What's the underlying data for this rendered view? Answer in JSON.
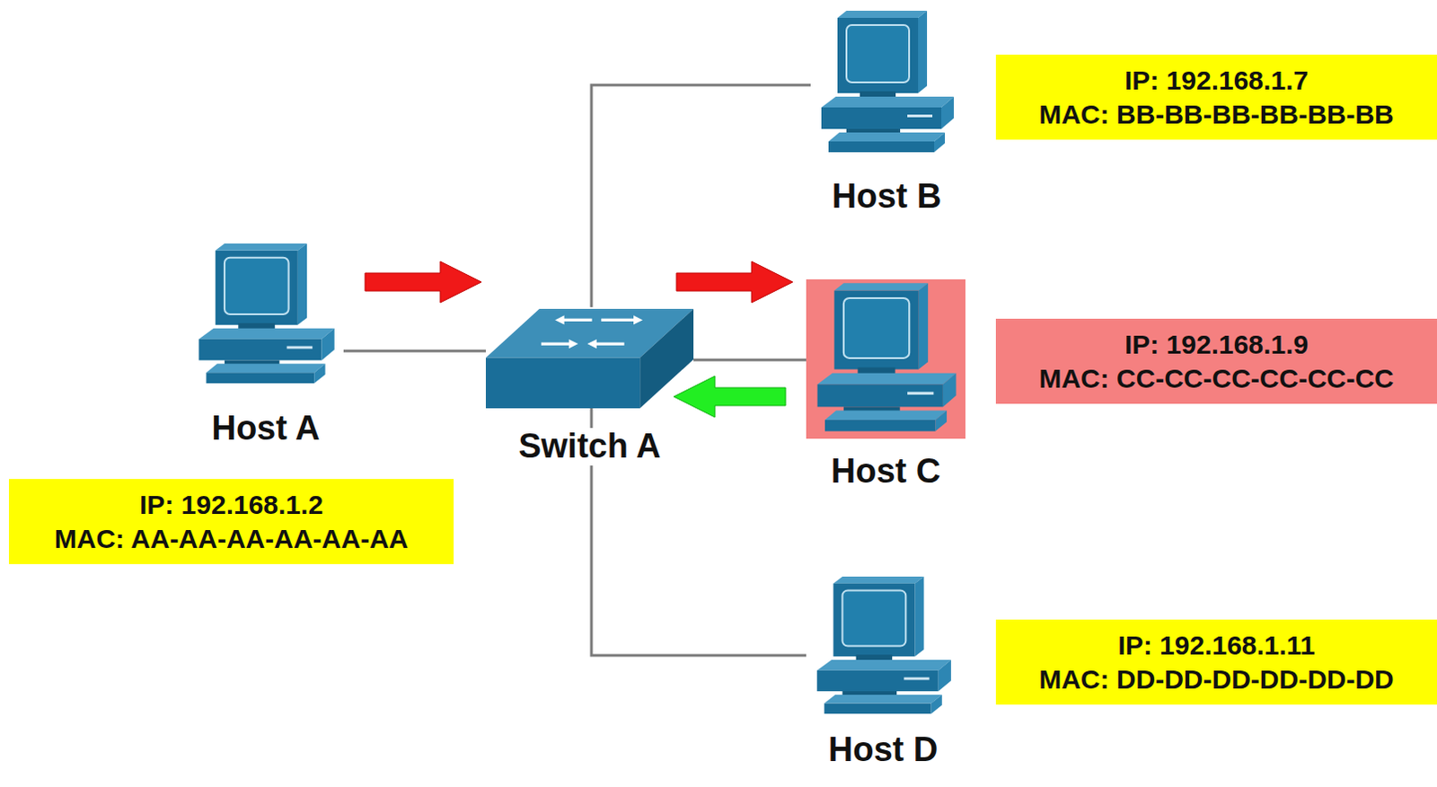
{
  "diagram": {
    "nodes": [
      {
        "text": [
          "Host A"
        ]
      },
      {
        "text": [
          "Switch A"
        ]
      },
      {
        "text": [
          "Host B"
        ]
      },
      {
        "text": [
          "Host C"
        ]
      },
      {
        "text": [
          "Host D"
        ]
      },
      {
        "text": [
          "IP: 192.168.1.2",
          "MAC: AA-AA-AA-AA-AA-AA"
        ]
      },
      {
        "text": [
          "IP: 192.168.1.7",
          "MAC: BB-BB-BB-BB-BB-BB"
        ]
      },
      {
        "text": [
          "IP: 192.168.1.9",
          "MAC: CC-CC-CC-CC-CC-CC"
        ]
      },
      {
        "text": [
          "IP: 192.168.1.11",
          "MAC: DD-DD-DD-DD-DD-DD"
        ]
      }
    ],
    "edges": [
      {
        "from": 0,
        "to": 1,
        "arrow": "none"
      },
      {
        "from": 1,
        "to": 2,
        "arrow": "none"
      },
      {
        "from": 1,
        "to": 3,
        "arrow": "none"
      },
      {
        "from": 1,
        "to": 4,
        "arrow": "none"
      }
    ]
  }
}
